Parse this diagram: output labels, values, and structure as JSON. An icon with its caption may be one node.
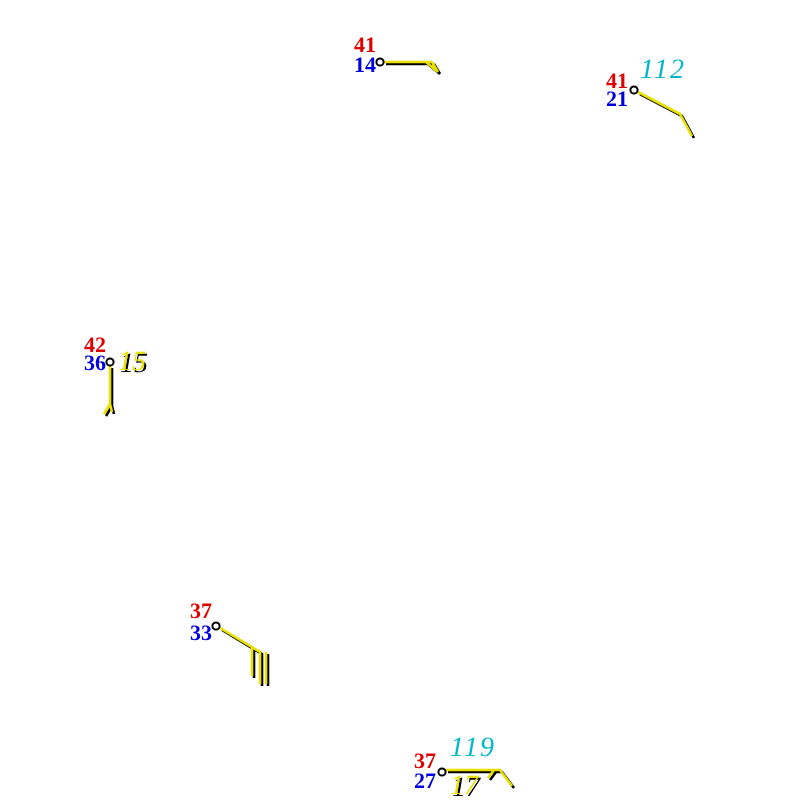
{
  "diagram": {
    "labels": [
      "41",
      "14",
      "112",
      "41",
      "21",
      "42",
      "36",
      "15",
      "37",
      "33",
      "119",
      "37",
      "27",
      "17"
    ]
  }
}
